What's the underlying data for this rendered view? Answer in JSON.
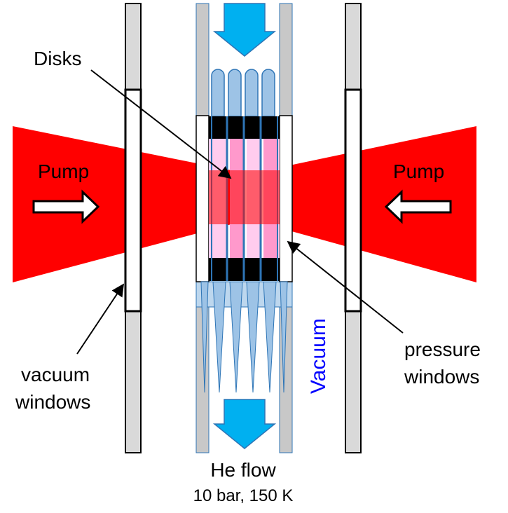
{
  "labels": {
    "disks": "Disks",
    "pump_left": "Pump",
    "pump_right": "Pump",
    "vacuum_windows_line1": "vacuum",
    "vacuum_windows_line2": "windows",
    "pressure_windows_line1": "pressure",
    "pressure_windows_line2": "windows",
    "vacuum": "Vacuum",
    "he_flow": "He flow",
    "he_conditions": "10 bar, 150 K"
  },
  "colors": {
    "pump_beam": "#ff0000",
    "flow_arrow": "#00b0f0",
    "channel_fill": "#9dc3e6",
    "channel_stroke": "#2e75b6",
    "wall_fill": "#d9d9d9",
    "disk_light": "#ffccee",
    "disk_dark": "#ff99cc",
    "heatsink": "#000000",
    "vacuum_text": "#0000ff"
  },
  "icons": {
    "pump_arrow_left": "arrow-right-icon",
    "pump_arrow_right": "arrow-left-icon",
    "flow_arrow_top": "arrow-down-icon",
    "flow_arrow_bottom": "arrow-down-icon"
  }
}
